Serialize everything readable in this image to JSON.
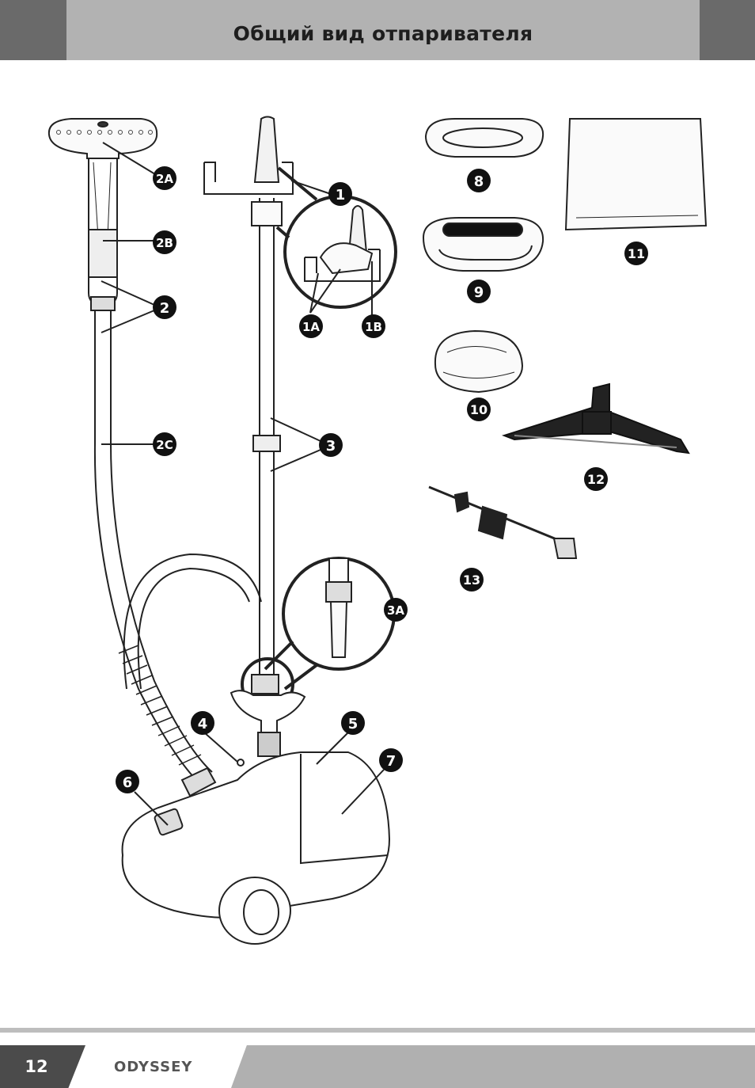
{
  "header": {
    "title": "Общий вид отпаривателя"
  },
  "callouts": {
    "c1": "1",
    "c1a": "1A",
    "c1b": "1B",
    "c2": "2",
    "c2a": "2A",
    "c2b": "2B",
    "c2c": "2C",
    "c3": "3",
    "c3a": "3A",
    "c4": "4",
    "c5": "5",
    "c6": "6",
    "c7": "7",
    "c8": "8",
    "c9": "9",
    "c10": "10",
    "c11": "11",
    "c12": "12",
    "c13": "13"
  },
  "footer": {
    "page_number": "12",
    "brand": "ODYSSEY"
  },
  "colors": {
    "header_band": "#b2b2b2",
    "header_side": "#6a6a6a",
    "callout_fill": "#111111",
    "footer_dark": "#4b4b4b",
    "footer_band": "#b0b0b0"
  }
}
